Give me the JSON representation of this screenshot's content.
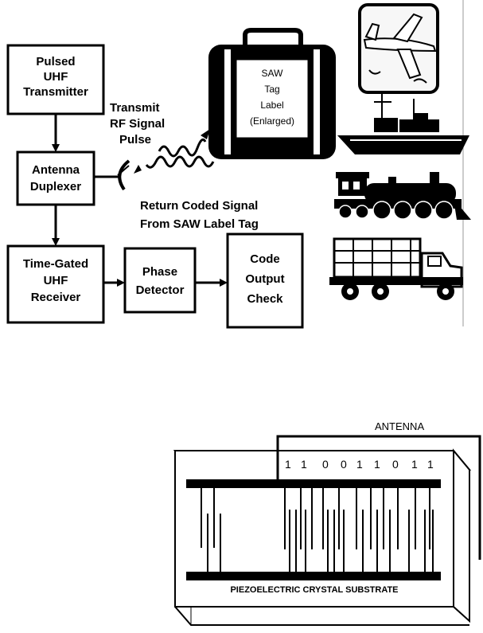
{
  "rfid_system": {
    "blocks": {
      "transmitter": [
        "Pulsed",
        "UHF",
        "Transmitter"
      ],
      "duplexer": [
        "Antenna",
        "Duplexer"
      ],
      "receiver": [
        "Time-Gated",
        "UHF",
        "Receiver"
      ],
      "phase_detector": [
        "Phase",
        "Detector"
      ],
      "code_output": [
        "Code",
        "Output",
        "Check"
      ]
    },
    "transmit_label": [
      "Transmit",
      "RF Signal",
      "Pulse"
    ],
    "return_label": [
      "Return Coded Signal",
      "From SAW Label Tag"
    ],
    "tag_label": [
      "SAW",
      "Tag",
      "Label",
      "(Enlarged)"
    ],
    "vehicles": [
      "airplane-icon",
      "ship-icon",
      "locomotive-icon",
      "truck-icon"
    ]
  },
  "saw_tag": {
    "antenna_label": "ANTENNA",
    "code_bits": [
      "1",
      "1",
      "0",
      "0",
      "1",
      "1",
      "0",
      "1",
      "1"
    ],
    "substrate_label": "PIEZOELECTRIC CRYSTAL SUBSTRATE"
  },
  "colors": {
    "ink": "#000000",
    "paper": "#ffffff",
    "sky": "#f7f7f7"
  }
}
